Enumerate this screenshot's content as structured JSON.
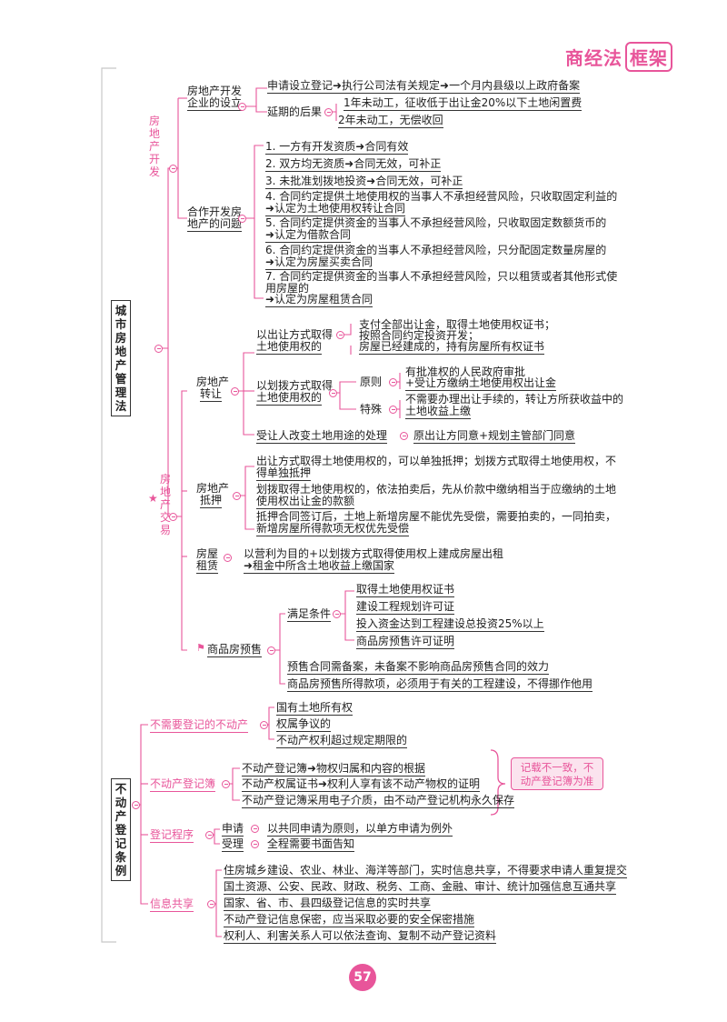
{
  "brand": {
    "name_a": "商经法",
    "name_b": "框架"
  },
  "page_number": "57",
  "section1": {
    "title": "城市房地产管理法",
    "dev": {
      "label": "房地产开发",
      "setup": {
        "label_l1": "房地产开发",
        "label_l2": "企业的设立",
        "item1": "申请设立登记➜执行公司法有关规定➜一个月内县级以上政府备案",
        "delay": "延期的后果",
        "delay_1": "1年未动工，征收低于出让金20%以下土地闲置费",
        "delay_2": "2年未动工，无偿收回"
      },
      "coop": {
        "label_l1": "合作开发房",
        "label_l2": "地产的问题",
        "i1": "1. 一方有开发资质➜合同有效",
        "i2": "2. 双方均无资质➜合同无效，可补正",
        "i3": "3. 未批准划拨地投资➜合同无效，可补正",
        "i4a": "4. 合同约定提供土地使用权的当事人不承担经营风险，只收取固定利益的",
        "i4b": "➜认定为土地使用权转让合同",
        "i5a": "5. 合同约定提供资金的当事人不承担经营风险，只收取固定数额货币的",
        "i5b": "➜认定为借款合同",
        "i6a": "6. 合同约定提供资金的当事人不承担经营风险，只分配固定数量房屋的",
        "i6b": "➜认定为房屋买卖合同",
        "i7a": "7. 合同约定提供资金的当事人不承担经营风险，只以租赁或者其他形式使",
        "i7b": "用房屋的",
        "i7c": "➜认定为房屋租赁合同"
      }
    },
    "trade": {
      "label": "房地产交易",
      "transfer": {
        "label_l1": "房地产",
        "label_l2": "转让",
        "a_l1": "以出让方式取得",
        "a_l2": "土地使用权的",
        "a_t1": "支付全部出让金，取得土地使用权证书；",
        "a_t2": "按照合同约定投资开发；",
        "a_t3": "房屋已经建成的，持有房屋所有权证书",
        "b_l1": "以划拨方式取得",
        "b_l2": "土地使用权的",
        "principle": "原则",
        "p_t1": "有批准权的人民政府审批",
        "p_t2": "+受让方缴纳土地使用权出让金",
        "special": "特殊",
        "s_t1": "不需要办理出让手续的，转让方所获收益中的",
        "s_t2": "土地收益上缴",
        "c_l": "受让人改变土地用途的处理",
        "c_t": "原出让方同意+规划主管部门同意"
      },
      "mortgage": {
        "label_l1": "房地产",
        "label_l2": "抵押",
        "m1a": "出让方式取得土地使用权的，可以单独抵押；划拨方式取得土地使用权，不",
        "m1b": "得单独抵押",
        "m2a": "划拨取得土地使用权的，依法拍卖后，先从价款中缴纳相当于应缴纳的土地",
        "m2b": "使用权出让金的款额",
        "m3a": "抵押合同签订后，土地上新增房屋不能优先受偿，需要拍卖的，一同拍卖，",
        "m3b": "新增房屋所得款项无权优先受偿"
      },
      "lease": {
        "label_l1": "房屋",
        "label_l2": "租赁",
        "t1": "以营利为目的+以划拨方式取得使用权上建成房屋出租",
        "t2": "➜租金中所含土地收益上缴国家"
      },
      "presale": {
        "label": "商品房预售",
        "cond": "满足条件",
        "c1": "取得土地使用权证书",
        "c2": "建设工程规划许可证",
        "c3": "投入资金达到工程建设总投资25%以上",
        "c4": "商品房预售许可证明",
        "p1": "预售合同需备案，未备案不影响商品房预售合同的效力",
        "p2": "商品房预售所得款项，必须用于有关的工程建设，不得挪作他用"
      }
    }
  },
  "section2": {
    "title": "不动产登记条例",
    "noreg": {
      "label": "不需要登记的不动产",
      "i1": "国有土地所有权",
      "i2": "权属争议的",
      "i3": "不动产权利超过规定期限的"
    },
    "book": {
      "label": "不动产登记簿",
      "i1": "不动产登记簿➜物权归属和内容的根据",
      "i2": "不动产权属证书➜权利人享有该不动产物权的证明",
      "i3": "不动产登记簿采用电子介质，由不动产登记机构永久保存",
      "note_l1": "记载不一致，不",
      "note_l2": "动产登记簿为准"
    },
    "proc": {
      "label": "登记程序",
      "apply": "申请",
      "apply_t": "以共同申请为原则，以单方申请为例外",
      "accept": "受理",
      "accept_t": "全程需要书面告知"
    },
    "share": {
      "label": "信息共享",
      "i1": "住房城乡建设、农业、林业、海洋等部门，实时信息共享，不得要求申请人重复提交",
      "i2": "国土资源、公安、民政、财政、税务、工商、金融、审计、统计加强信息互通共享",
      "i3": "国家、省、市、县四级登记信息的实时共享",
      "i4": "不动产登记信息保密，应当采取必要的安全保密措施",
      "i5": "权利人、利害关系人可以依法查询、复制不动产登记资料"
    }
  }
}
